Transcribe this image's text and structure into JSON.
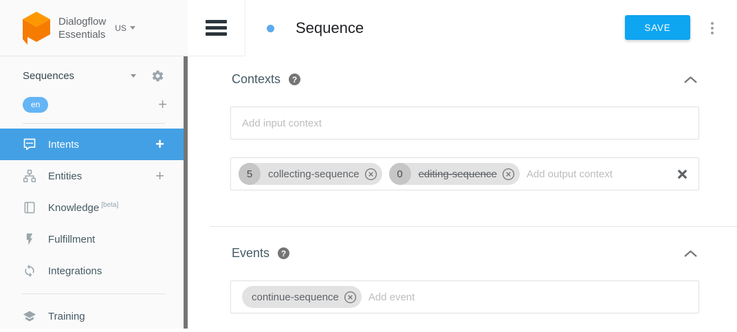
{
  "brand": {
    "line1": "Dialogflow",
    "line2": "Essentials",
    "region": "US"
  },
  "agent": {
    "name": "Sequences",
    "language": "en",
    "add_language_label": "+"
  },
  "sidebar": {
    "items": [
      {
        "label": "Intents",
        "icon": "chat-icon",
        "add_label": "+",
        "active": true
      },
      {
        "label": "Entities",
        "icon": "sitemap-icon",
        "add_label": "+"
      },
      {
        "label": "Knowledge",
        "icon": "book-icon",
        "badge": "[beta]"
      },
      {
        "label": "Fulfillment",
        "icon": "bolt-icon"
      },
      {
        "label": "Integrations",
        "icon": "sync-icon"
      },
      {
        "label": "Training",
        "icon": "graduation-cap-icon"
      }
    ]
  },
  "header": {
    "title": "Sequence",
    "save_label": "SAVE"
  },
  "contexts": {
    "title": "Contexts",
    "help": "?",
    "input_placeholder": "Add input context",
    "output_placeholder": "Add output context",
    "output_chips": [
      {
        "count": "5",
        "label": "collecting-sequence",
        "removed": false
      },
      {
        "count": "0",
        "label": "editing-sequence",
        "removed": true
      }
    ]
  },
  "events": {
    "title": "Events",
    "help": "?",
    "placeholder": "Add event",
    "chips": [
      {
        "label": "continue-sequence"
      }
    ]
  },
  "colors": {
    "active_item_blue": "#43a0e4",
    "save_button_blue": "#0ea5f1",
    "language_chip_blue": "#64b5f6",
    "status_dot_blue": "#5ba9ef",
    "logo_orange_top": "#FF9800",
    "logo_orange_body": "#F57C00"
  }
}
